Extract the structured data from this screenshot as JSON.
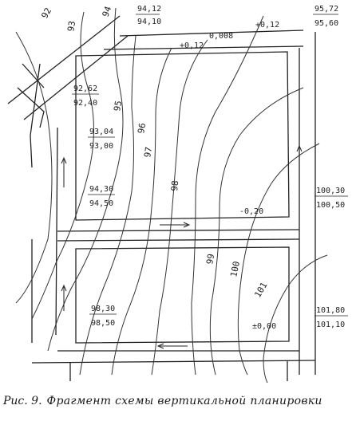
{
  "contours": [
    {
      "label": "92"
    },
    {
      "label": "93"
    },
    {
      "label": "94"
    },
    {
      "label": "95"
    },
    {
      "label": "96"
    },
    {
      "label": "97"
    },
    {
      "label": "98"
    },
    {
      "label": "99"
    },
    {
      "label": "100"
    },
    {
      "label": "101"
    }
  ],
  "elevation_marks": [
    {
      "top": "94,12",
      "bottom": "94,10"
    },
    {
      "top": "95,72",
      "bottom": "95,60"
    },
    {
      "top": "92,62",
      "bottom": "92,40"
    },
    {
      "top": "93,04",
      "bottom": "93,00"
    },
    {
      "top": "94,30",
      "bottom": "94,50"
    },
    {
      "top": "100,30",
      "bottom": "100,50"
    },
    {
      "top": "98,30",
      "bottom": "98,50"
    },
    {
      "top": "101,80",
      "bottom": "101,10"
    }
  ],
  "work_marks": [
    "+0,12",
    "0,008",
    "+0,12",
    "-0,20",
    "±0,00"
  ],
  "caption": {
    "figure": "Рис. 9.",
    "title": "Фрагмент схемы вертикальной планировки"
  }
}
